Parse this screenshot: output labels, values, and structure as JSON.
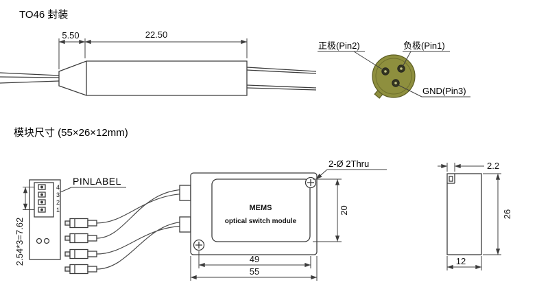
{
  "colors": {
    "can": "#8e8f3e"
  },
  "titles": {
    "to46": "TO46 封装",
    "module": "模块尺寸  (55×26×12mm)"
  },
  "to46_view": {
    "dims": {
      "taper_len": "5.50",
      "body_len": "22.50"
    },
    "pins": {
      "pin2": "正极(Pin2)",
      "pin1": "负极(Pin1)",
      "pin3": "GND(Pin3)"
    }
  },
  "module_view": {
    "pinlabel": "PINLABEL",
    "pin_numbers": [
      "4",
      "3",
      "2",
      "1"
    ],
    "pitch": "2.54*3=7.62",
    "thru_holes": "2-Ø  2Thru",
    "module_label_1": "MEMS",
    "module_label_2": "optical switch module",
    "dims": {
      "inner_height": "20",
      "screw_span": "49",
      "width": "55",
      "lid": "2.2",
      "height": "26",
      "depth": "12"
    }
  }
}
